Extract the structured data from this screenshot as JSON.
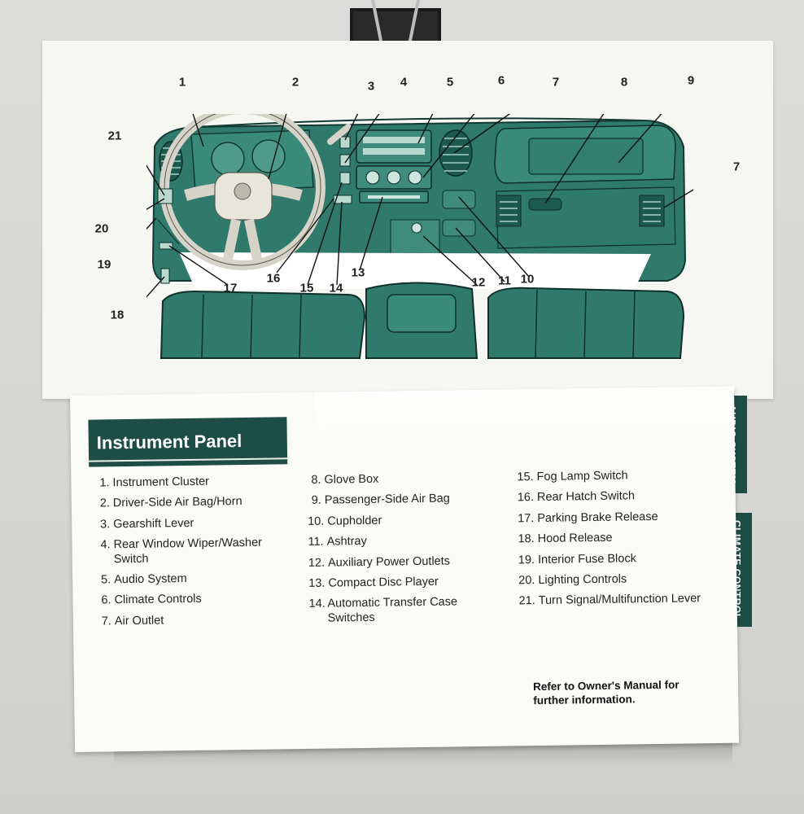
{
  "panel": {
    "title": "Instrument Panel",
    "items_col1": [
      {
        "num": "1.",
        "label": "Instrument Cluster"
      },
      {
        "num": "2.",
        "label": "Driver-Side Air Bag/Horn"
      },
      {
        "num": "3.",
        "label": "Gearshift Lever"
      },
      {
        "num": "4.",
        "label": "Rear Window Wiper/Washer Switch"
      },
      {
        "num": "5.",
        "label": "Audio System"
      },
      {
        "num": "6.",
        "label": "Climate Controls"
      },
      {
        "num": "7.",
        "label": "Air Outlet"
      }
    ],
    "items_col2": [
      {
        "num": "8.",
        "label": "Glove Box"
      },
      {
        "num": "9.",
        "label": "Passenger-Side Air Bag"
      },
      {
        "num": "10.",
        "label": "Cupholder"
      },
      {
        "num": "11.",
        "label": "Ashtray"
      },
      {
        "num": "12.",
        "label": "Auxiliary Power Outlets"
      },
      {
        "num": "13.",
        "label": "Compact Disc Player"
      },
      {
        "num": "14.",
        "label": "Automatic Transfer Case Switches"
      }
    ],
    "items_col3": [
      {
        "num": "15.",
        "label": "Fog Lamp Switch"
      },
      {
        "num": "16.",
        "label": "Rear Hatch Switch"
      },
      {
        "num": "17.",
        "label": "Parking Brake Release"
      },
      {
        "num": "18.",
        "label": "Hood Release"
      },
      {
        "num": "19.",
        "label": "Interior Fuse Block"
      },
      {
        "num": "20.",
        "label": "Lighting Controls"
      },
      {
        "num": "21.",
        "label": "Turn Signal/Multifunction Lever"
      }
    ],
    "note": "Refer to Owner's Manual for further information."
  },
  "tabs": {
    "audio": "AUDIO SYSTEM",
    "climate": "CLIMATE CONTROL"
  },
  "callouts": [
    "1",
    "2",
    "3",
    "4",
    "5",
    "6",
    "7",
    "8",
    "9",
    "7",
    "21",
    "20",
    "19",
    "18",
    "17",
    "16",
    "15",
    "14",
    "13",
    "12",
    "11",
    "10"
  ],
  "colors": {
    "dash_green": "#2f7a6b",
    "dark_green": "#1e4d45",
    "page": "#fbfbf8"
  }
}
